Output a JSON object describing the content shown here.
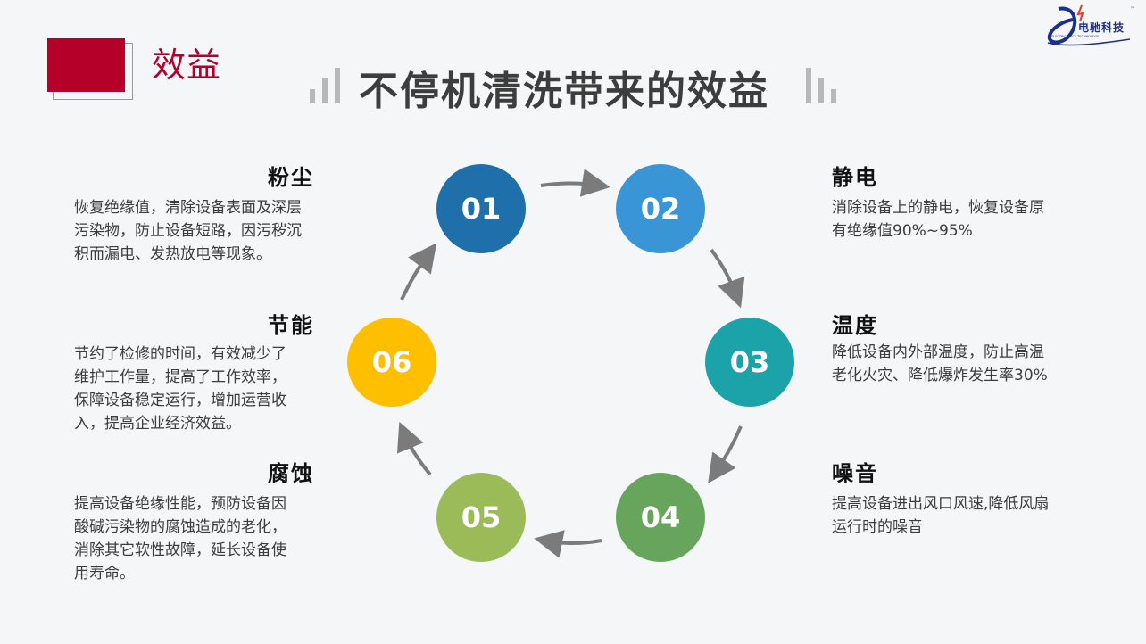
{
  "header": {
    "badge_title": "效益",
    "main_title": "不停机清洗带来的效益"
  },
  "logo": {
    "text": "电驰科技",
    "subtext": "ELECTRICAL ICE TECHNOLOGY",
    "tm": "™"
  },
  "colors": {
    "badge": "#b5002a",
    "c01": "#1f6fab",
    "c02": "#3a95d6",
    "c03": "#1ca2a9",
    "c04": "#68a55c",
    "c05": "#9bbb59",
    "c06": "#fdbf00",
    "arrow": "#7b7b7b"
  },
  "steps": {
    "s01": {
      "num": "01",
      "title": "粉尘",
      "desc": [
        "恢复绝缘值，清除设备表面及深层",
        "污染物，防止设备短路，因污秽沉",
        "积而漏电、发热放电等现象。"
      ]
    },
    "s02": {
      "num": "02",
      "title": "静电",
      "desc": [
        "消除设备上的静电，恢复设备原",
        "有绝缘值90%~95%"
      ]
    },
    "s03": {
      "num": "03",
      "title": "温度",
      "desc": [
        "降低设备内外部温度，防止高温",
        "老化火灾、降低爆炸发生率30%"
      ]
    },
    "s04": {
      "num": "04",
      "title": "噪音",
      "desc": [
        "提高设备进出风口风速,降低风扇",
        "运行时的噪音"
      ]
    },
    "s05": {
      "num": "05",
      "title": "腐蚀",
      "desc": [
        "提高设备绝缘性能，预防设备因",
        "酸碱污染物的腐蚀造成的老化，",
        "消除其它软性故障，延长设备使",
        "用寿命。"
      ]
    },
    "s06": {
      "num": "06",
      "title": "节能",
      "desc": [
        "节约了检修的时间，有效减少了",
        "维护工作量，提高了工作效率，",
        "保障设备稳定运行，增加运营收",
        "入，提高企业经济效益。"
      ]
    }
  }
}
